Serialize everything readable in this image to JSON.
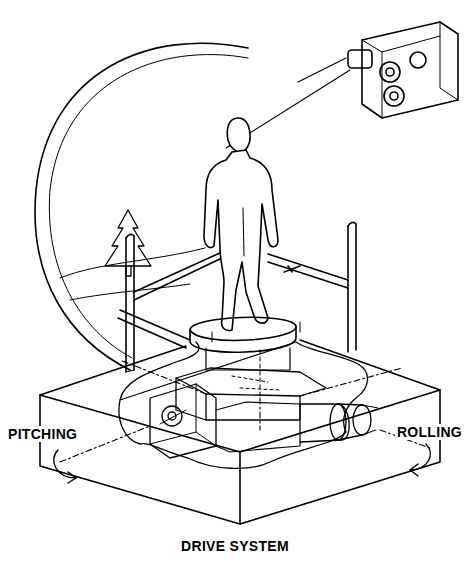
{
  "diagram": {
    "labels": [
      "PITCHING",
      "ROLLING",
      "DRIVE SYSTEM"
    ]
  }
}
